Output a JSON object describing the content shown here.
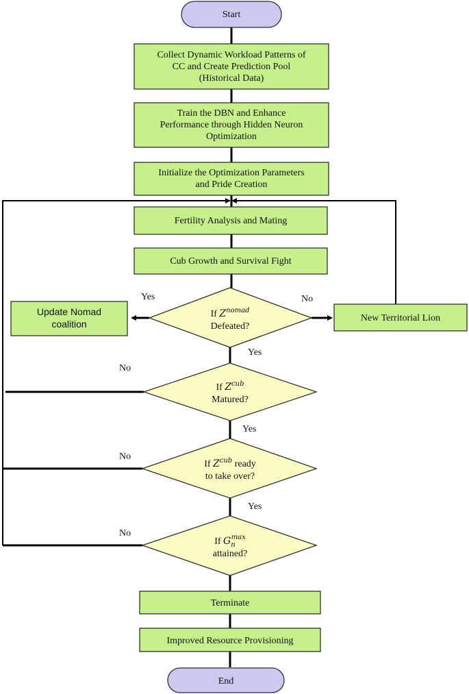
{
  "nodes": {
    "start": "Start",
    "collect": [
      "Collect Dynamic Workload Patterns of",
      "CC and Create Prediction Pool",
      "(Historical Data)"
    ],
    "train": [
      "Train the DBN and Enhance",
      "Performance through Hidden Neuron",
      "Optimization"
    ],
    "init": [
      "Initialize the Optimization Parameters",
      "and Pride Creation"
    ],
    "fertility": "Fertility Analysis and Mating",
    "cub_growth": "Cub Growth and Survival Fight",
    "update_nomad": [
      "Update Nomad",
      "coalition"
    ],
    "new_lion": "New Territorial Lion",
    "terminate": "Terminate",
    "improved": "Improved Resource Provisioning",
    "end": "End"
  },
  "decisions": {
    "d1": {
      "prefix": "If ",
      "var": "Z",
      "sup": "nomad",
      "line2": "Defeated?"
    },
    "d2": {
      "prefix": "If ",
      "var": "Z",
      "sup": "cub",
      "line2": "Matured?"
    },
    "d3": {
      "prefix": "If ",
      "var": "Z",
      "sup": "cub",
      "suffix": " ready",
      "line2": "to take over?"
    },
    "d4": {
      "prefix": "If ",
      "var": "G",
      "sub": "n",
      "sup": "max",
      "line2": "attained?"
    }
  },
  "edge_labels": {
    "d1_yes_left": "Yes",
    "d1_no_right": "No",
    "d1_yes_down": "Yes",
    "d2_no": "No",
    "d2_yes": "Yes",
    "d3_no": "No",
    "d3_yes": "Yes",
    "d4_no": "No"
  }
}
